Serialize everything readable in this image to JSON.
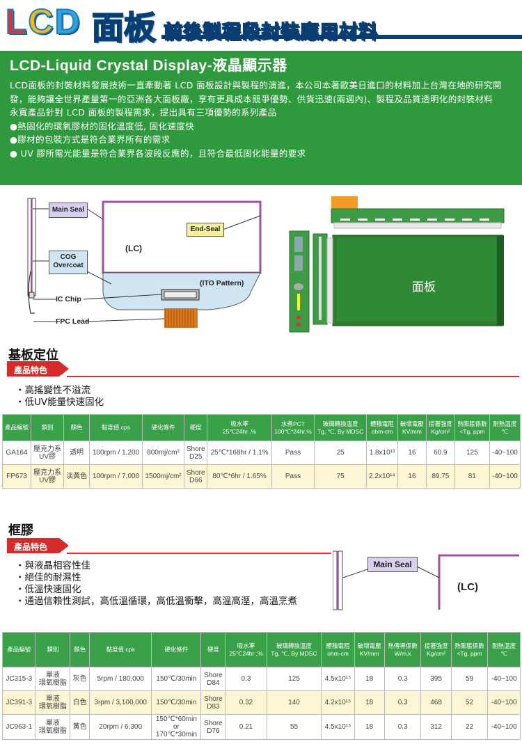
{
  "header": {
    "lcd": [
      "L",
      "C",
      "D"
    ],
    "main_title": "面板",
    "subtitle": "前後製程段封裝應用材料"
  },
  "intro": {
    "title": "LCD-Liquid Crystal Display-液晶顯示器",
    "paragraphs": [
      "LCD面板的封裝材料發展技術一直牽動著 LCD 面板設計與製程的演進，本公司本著歐美日進口的材料加上台灣在地的研究開發，能夠讓全世界產量第一的亞洲各大面板廠，享有更具成本競爭優勢、供貨迅速(兩週內)、製程及品質透明化的封裝材料",
      "永寬產品針對 LCD 面板的製程需求，提出具有三項優勢的系列產品",
      "●熱固化的環氧膠材的固化溫度低, 固化速度快",
      "●膠材的包裝方式是符合業界所有的需求",
      "● UV 膠所需光能量是符合業界各波段反應的，且符合最低固化能量的要求"
    ]
  },
  "diagram1": {
    "main_seal": "Main Seal",
    "end_seal": "End-Seal",
    "lc": "(LC)",
    "cog": "COG\nOvercoat",
    "ito": "(ITO Pattern)",
    "ic_chip": "IC Chip",
    "fpc": "FPC Lead"
  },
  "diagram2": {
    "panel_label": "面板"
  },
  "section1": {
    "title": "基板定位",
    "tag": "產品特色",
    "features": [
      "・高搖變性不溢流",
      "・低UV能量快速固化"
    ],
    "headers": [
      "產品編號",
      "類別",
      "顏色",
      "黏度值 cps",
      "硬化條件",
      "硬度",
      "吸水率\n25℃24hr ,%",
      "水煮PCT\n100℃*24hr,%",
      "玻璃轉換溫度\nTg, ℃, By MDSC",
      "體積電阻\nohm-cm",
      "破壞電壓\nKV/mm",
      "接著強度\nKg/cm²",
      "熱膨脹係數\n<Tg, ppm",
      "耐熱溫度\n℃"
    ],
    "rows": [
      [
        "GA164",
        "壓克力系\nUV膠",
        "透明",
        "100rpm / 1,200",
        "800mj/cm²",
        "Shore\nD25",
        "25℃*168hr / 1.1%",
        "Pass",
        "25",
        "1.8x10¹³",
        "16",
        "60.9",
        "125",
        "-40~100"
      ],
      [
        "FP673",
        "壓克力系\nUV膠",
        "淡黃色",
        "100rpm / 7,000",
        "1500mj/cm²",
        "Shore\nD66",
        "80℃*6hr / 1.65%",
        "Pass",
        "75",
        "2.2x10¹⁴",
        "16",
        "89.75",
        "81",
        "-40~100"
      ]
    ]
  },
  "section2": {
    "title": "框膠",
    "tag": "產品特色",
    "features": [
      "・與液晶相容性佳",
      "・絕佳的耐濕性",
      "・低溫快速固化",
      "・通過信賴性測試，高低溫循環，高低溫衝擊，高溫高溼，高溫烹煮"
    ],
    "main_seal": "Main Seal",
    "lc": "(LC)",
    "headers": [
      "產品編號",
      "類別",
      "顏色",
      "黏度值 cps",
      "硬化條件",
      "硬度",
      "吸水率\n25℃24hr ,%",
      "玻璃轉換溫度\nTg, ℃, By MDSC",
      "體積電阻\nohm-cm",
      "破壞電壓\nKV/mm",
      "熱傳導係數\nW/m.k",
      "接著強度\nKg/cm²",
      "熱膨脹係數\n<Tg, ppm",
      "耐熱溫度\n℃"
    ],
    "rows": [
      [
        "JC315-3",
        "單液\n環氧樹脂",
        "灰色",
        "5rpm / 180,000",
        "150℃/30min",
        "Shore\nD84",
        "0.3",
        "125",
        "4.5x10¹⁵",
        "18",
        "0.3",
        "395",
        "59",
        "-40~100"
      ],
      [
        "JC391-3",
        "單液\n環氧樹脂",
        "白色",
        "3rpm / 3,100,000",
        "150℃/30min",
        "Shore\nD83",
        "0.32",
        "140",
        "4.2x10¹⁵",
        "18",
        "0.3",
        "468",
        "52",
        "-40~100"
      ],
      [
        "JC963-1",
        "單液\n環氧樹脂",
        "黃色",
        "20rpm / 6,300",
        "150℃*60min\nor\n170℃*30min",
        "Shore\nD76",
        "0.21",
        "55",
        "4.5x10¹⁵",
        "18",
        "0.3",
        "312",
        "22",
        "-40~100"
      ]
    ]
  },
  "colors": {
    "green": "#2f9a3d",
    "table_header": "#3aa14a",
    "tag_red": "#d42b2b",
    "row_alt": "#fdf6d2"
  }
}
